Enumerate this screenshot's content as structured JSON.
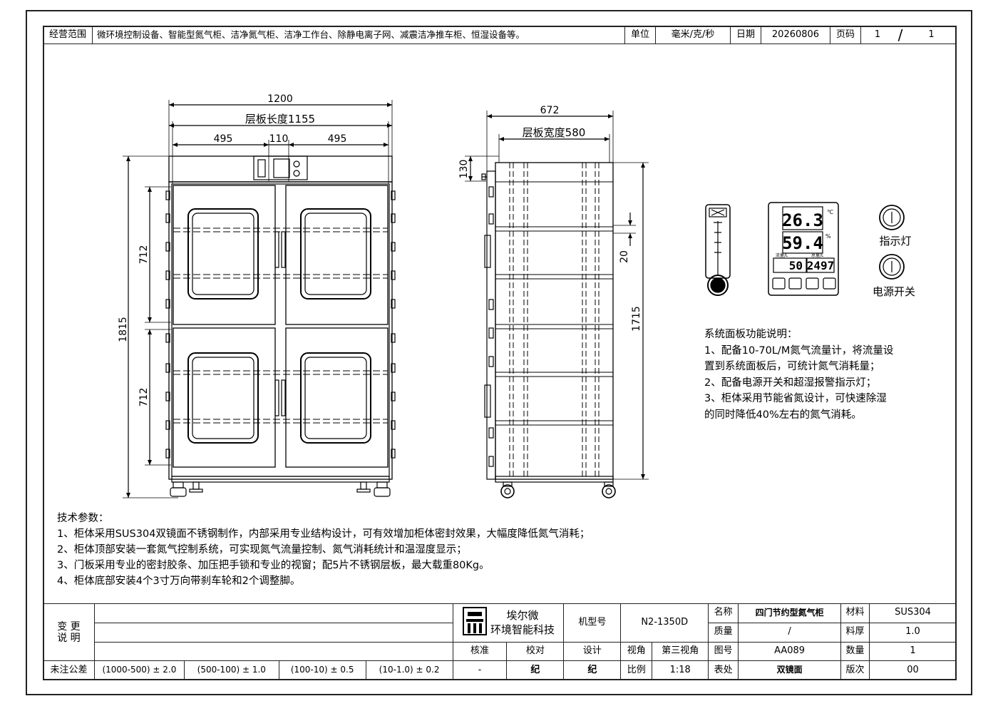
{
  "header": {
    "scope_label": "经营范围",
    "scope_text": "微环境控制设备、智能型氮气柜、洁净氮气柜、洁净工作台、除静电离子网、减震洁净推车柜、恒湿设备等。",
    "unit_label": "单位",
    "unit_value": "毫米/克/秒",
    "date_label": "日期",
    "date_value": "20260806",
    "page_label": "页码",
    "page_current": "1",
    "page_sep": "/",
    "page_total": "1"
  },
  "front_view": {
    "overall_width": "1200",
    "shelf_length": "层板长度1155",
    "left_door": "495",
    "center_gap": "110",
    "right_door": "495",
    "total_height": "1815",
    "upper_door_height": "712",
    "lower_door_height": "712"
  },
  "side_view": {
    "overall_depth": "672",
    "shelf_width": "层板宽度580",
    "top_height": "130",
    "shelf_gap": "20",
    "body_height": "1715"
  },
  "control_panel": {
    "temperature": "26.3",
    "temperature_unit": "℃",
    "humidity": "59.4",
    "humidity_unit": "%",
    "flow_label": "流量/L",
    "total_label": "总量/L",
    "flow_value": "50",
    "total_value": "2497",
    "indicator_label": "指示灯",
    "power_label": "电源开关"
  },
  "panel_notes": {
    "title": "系统面板功能说明：",
    "line1": "1、配备10-70L/M氮气流量计，将流量设",
    "line2": "置到系统面板后，可统计氮气消耗量；",
    "line3": "2、配备电源开关和超湿报警指示灯；",
    "line4": "3、柜体采用节能省氮设计，可快速除湿",
    "line5": "的同时降低40%左右的氮气消耗。"
  },
  "tech_params": {
    "title": "技术参数：",
    "line1": "1、柜体采用SUS304双镜面不锈钢制作，内部采用专业结构设计，可有效增加柜体密封效果，大幅度降低氮气消耗；",
    "line2": "2、柜体顶部安装一套氮气控制系统，可实现氮气流量控制、氮气消耗统计和温湿度显示；",
    "line3": "3、门板采用专业的密封胶条、加压把手锁和专业的视窗；配5片不锈钢层板，最大载重80Kg。",
    "line4": "4、柜体底部安装4个3寸万向带刹车轮和2个调整脚。"
  },
  "title_block": {
    "change_label": "变 更\n说 明",
    "company_line1": "埃尔微",
    "company_line2": "环境智能科技",
    "model_label": "机型号",
    "model_value": "N2-1350D",
    "name_label": "名称",
    "name_value": "四门节约型氮气柜",
    "material_label": "材料",
    "material_value": "SUS304",
    "mass_label": "质量",
    "mass_value": "/",
    "thickness_label": "料厚",
    "thickness_value": "1.0",
    "approve_label": "核准",
    "check_label": "校对",
    "design_label": "设计",
    "view_label": "视角",
    "view_value": "第三视角",
    "drawing_no_label": "图号",
    "drawing_no_value": "AA089",
    "qty_label": "数量",
    "qty_value": "1",
    "tolerance_label": "未注公差",
    "tol1": "(1000-500) ± 2.0",
    "tol2": "(500-100) ± 1.0",
    "tol3": "(100-10) ± 0.5",
    "tol4": "(10-1.0) ± 0.2",
    "approve_value": "-",
    "check_value": "纪",
    "design_value": "纪",
    "scale_label": "比例",
    "scale_value": "1:18",
    "surface_label": "表处",
    "surface_value": "双镜面",
    "version_label": "版次",
    "version_value": "00"
  }
}
